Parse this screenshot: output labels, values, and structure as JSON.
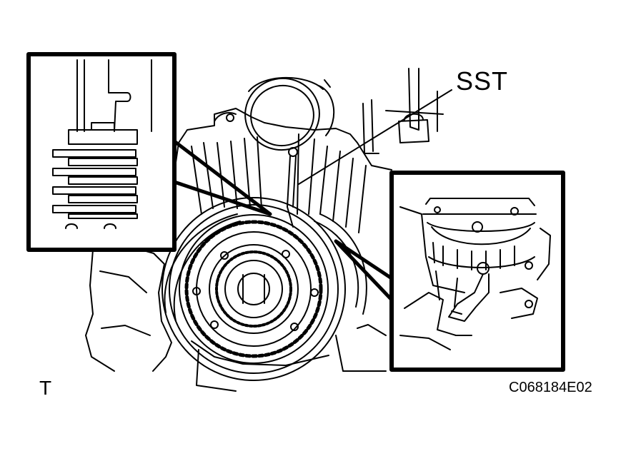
{
  "labels": {
    "sst": "SST",
    "corner": "T",
    "figure_code": "C068184E02"
  },
  "colors": {
    "line": "#000000",
    "background": "#ffffff"
  }
}
